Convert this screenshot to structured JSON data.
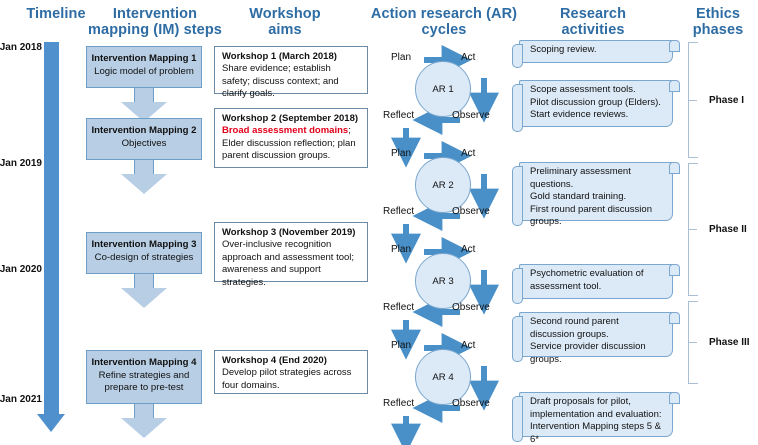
{
  "headers": {
    "timeline": "Timeline",
    "im_steps": "Intervention\nmapping (IM) steps",
    "im_steps_l1": "Intervention",
    "im_steps_l2": "mapping (IM) steps",
    "workshop_l1": "Workshop",
    "workshop_l2": "aims",
    "ar_l1": "Action research (AR)",
    "ar_l2": "cycles",
    "research_l1": "Research",
    "research_l2": "activities",
    "ethics_l1": "Ethics",
    "ethics_l2": "phases"
  },
  "timeline": {
    "labels": [
      "Jan 2018",
      "Jan 2019",
      "Jan 2020",
      "Jan 2021"
    ],
    "color": "#4f90cd"
  },
  "im_steps": [
    {
      "title": "Intervention Mapping 1",
      "subtitle": "Logic model of problem"
    },
    {
      "title": "Intervention Mapping 2",
      "subtitle": "Objectives"
    },
    {
      "title": "Intervention Mapping 3",
      "subtitle": "Co-design of strategies"
    },
    {
      "title": "Intervention Mapping 4",
      "subtitle": "Refine strategies and prepare to pre-test"
    }
  ],
  "workshops": [
    {
      "title": "Workshop 1 (March 2018)",
      "body": "Share evidence; establish safety; discuss context; and clarify goals.",
      "highlight": ""
    },
    {
      "title": "Workshop 2 (September 2018)",
      "highlight": "Broad assessment domains",
      "body": "; Elder discussion reflection; plan parent discussion groups."
    },
    {
      "title": "Workshop 3 (November 2019)",
      "body": "Over-inclusive recognition approach and assessment tool; awareness and support strategies.",
      "highlight": ""
    },
    {
      "title": "Workshop 4 (End 2020)",
      "body": "Develop pilot strategies across four domains.",
      "highlight": ""
    }
  ],
  "ar_cycles": [
    {
      "label": "AR 1",
      "plan": "Plan",
      "act": "Act",
      "reflect": "Reflect",
      "observe": "Observe"
    },
    {
      "label": "AR 2",
      "plan": "Plan",
      "act": "Act",
      "reflect": "Reflect",
      "observe": "Observe"
    },
    {
      "label": "AR 3",
      "plan": "Plan",
      "act": "Act",
      "reflect": "Reflect",
      "observe": "Observe"
    },
    {
      "label": "AR 4",
      "plan": "Plan",
      "act": "Act",
      "reflect": "Reflect",
      "observe": "Observe"
    }
  ],
  "research_activities": [
    {
      "lines": "Scoping review."
    },
    {
      "lines": "Scope assessment tools.\nPilot discussion group (Elders).\nStart evidence reviews."
    },
    {
      "lines": "Preliminary assessment questions.\nGold standard training.\nFirst round parent discussion groups."
    },
    {
      "lines": "Psychometric evaluation of assessment tool."
    },
    {
      "lines": "Second round parent discussion groups.\nService provider discussion groups."
    },
    {
      "lines": "Draft proposals for pilot, implementation and evaluation:\nIntervention Mapping steps 5 & 6*"
    }
  ],
  "ethics_phases": [
    {
      "label": "Phase I"
    },
    {
      "label": "Phase II"
    },
    {
      "label": "Phase III"
    }
  ],
  "colors": {
    "header_blue": "#2e6ca4",
    "im_fill": "#b7cee4",
    "im_border": "#6e9fc8",
    "scroll_fill": "#dce9f6",
    "scroll_border": "#7aa7cf",
    "arrow_blue": "#4a90c8",
    "timeline_blue": "#4f90cd",
    "accent_red": "#e1001a"
  }
}
